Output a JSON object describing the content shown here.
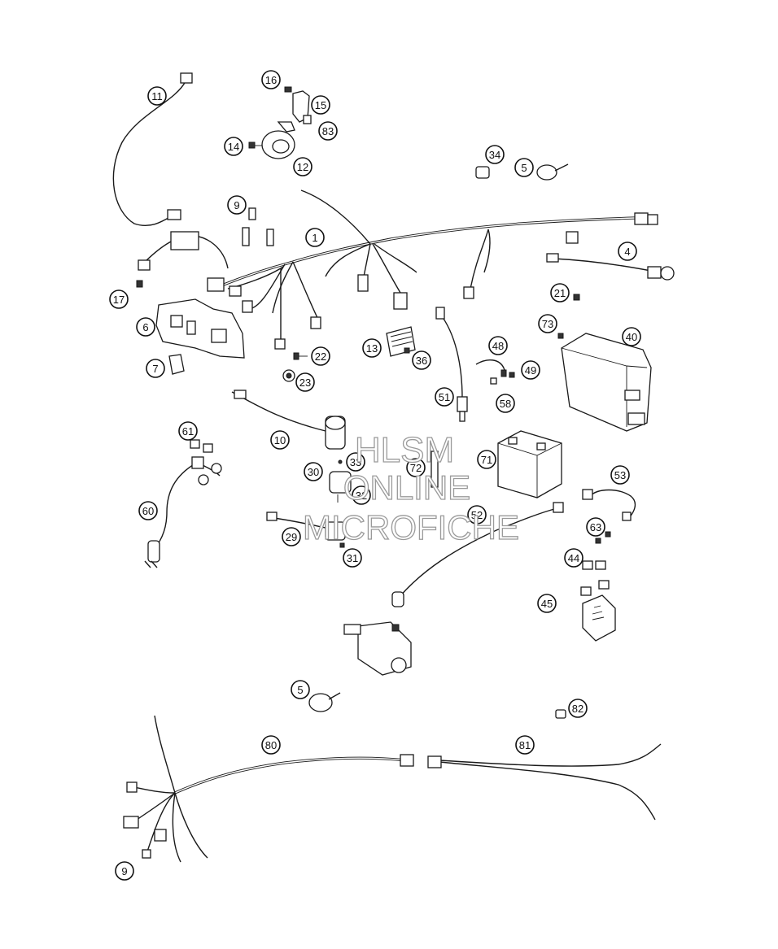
{
  "callouts": [
    {
      "id": "c1",
      "label": "1"
    },
    {
      "id": "c4",
      "label": "4"
    },
    {
      "id": "c5a",
      "label": "5"
    },
    {
      "id": "c5b",
      "label": "5"
    },
    {
      "id": "c6",
      "label": "6"
    },
    {
      "id": "c7",
      "label": "7"
    },
    {
      "id": "c9a",
      "label": "9"
    },
    {
      "id": "c9b",
      "label": "9"
    },
    {
      "id": "c10",
      "label": "10"
    },
    {
      "id": "c11",
      "label": "11"
    },
    {
      "id": "c12",
      "label": "12"
    },
    {
      "id": "c13",
      "label": "13"
    },
    {
      "id": "c14",
      "label": "14"
    },
    {
      "id": "c15",
      "label": "15"
    },
    {
      "id": "c16",
      "label": "16"
    },
    {
      "id": "c17",
      "label": "17"
    },
    {
      "id": "c21",
      "label": "21"
    },
    {
      "id": "c22",
      "label": "22"
    },
    {
      "id": "c23",
      "label": "23"
    },
    {
      "id": "c29",
      "label": "29"
    },
    {
      "id": "c30",
      "label": "30"
    },
    {
      "id": "c31",
      "label": "31"
    },
    {
      "id": "c32",
      "label": "32"
    },
    {
      "id": "c33",
      "label": "33"
    },
    {
      "id": "c34",
      "label": "34"
    },
    {
      "id": "c36",
      "label": "36"
    },
    {
      "id": "c40",
      "label": "40"
    },
    {
      "id": "c44",
      "label": "44"
    },
    {
      "id": "c45",
      "label": "45"
    },
    {
      "id": "c48",
      "label": "48"
    },
    {
      "id": "c49",
      "label": "49"
    },
    {
      "id": "c51",
      "label": "51"
    },
    {
      "id": "c52",
      "label": "52"
    },
    {
      "id": "c53",
      "label": "53"
    },
    {
      "id": "c58",
      "label": "58"
    },
    {
      "id": "c60",
      "label": "60"
    },
    {
      "id": "c61",
      "label": "61"
    },
    {
      "id": "c63",
      "label": "63"
    },
    {
      "id": "c71",
      "label": "71"
    },
    {
      "id": "c72",
      "label": "72"
    },
    {
      "id": "c73",
      "label": "73"
    },
    {
      "id": "c80",
      "label": "80"
    },
    {
      "id": "c81",
      "label": "81"
    },
    {
      "id": "c82",
      "label": "82"
    },
    {
      "id": "c83",
      "label": "83"
    }
  ],
  "watermark": {
    "line1": "HLSM",
    "line2": "ONLINE",
    "line3": "MICROFICHE"
  }
}
